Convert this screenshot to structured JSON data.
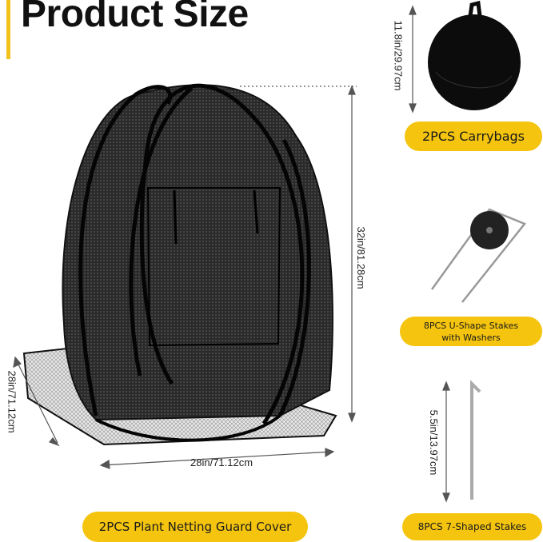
{
  "title": "Product Size",
  "dimensions": {
    "height": "32in/81.28cm",
    "width": "28in/71.12cm",
    "depth": "28in/71.12cm",
    "carrybag_diameter": "11.8in/29.97cm",
    "stake_length": "5.5in/13.97cm"
  },
  "labels": {
    "carrybags": "2PCS Carrybags",
    "u_stakes_line1": "8PCS U-Shape Stakes",
    "u_stakes_line2": "with Washers",
    "seven_stakes": "8PCS 7-Shaped Stakes",
    "cover": "2PCS Plant Netting Guard Cover"
  },
  "colors": {
    "accent": "#f4c40f",
    "product": "#111111"
  }
}
